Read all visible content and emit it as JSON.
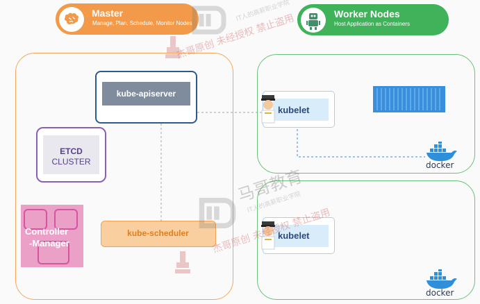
{
  "master": {
    "title": "Master",
    "subtitle": "Manage, Plan, Schedule, Monitor Nodes",
    "icon": "brain-icon",
    "color": "#f29a49"
  },
  "worker": {
    "title": "Worker Nodes",
    "subtitle": "Host Application as Containers",
    "icon": "robot-icon",
    "color": "#3fb25a"
  },
  "components": {
    "apiserver": "kube-apiserver",
    "etcd_line1": "ETCD",
    "etcd_line2": "CLUSTER",
    "controller_line1": "Controller",
    "controller_line2": "-Manager",
    "scheduler": "kube-scheduler"
  },
  "nodes": [
    {
      "kubelet": "kubelet",
      "runtime": "docker"
    },
    {
      "kubelet": "kubelet",
      "runtime": "docker"
    }
  ],
  "watermark": {
    "logo_text": "马哥教育",
    "line1": "IT人的高薪职业学院",
    "line2": "杰哥原创 未经授权 禁止盗用"
  }
}
